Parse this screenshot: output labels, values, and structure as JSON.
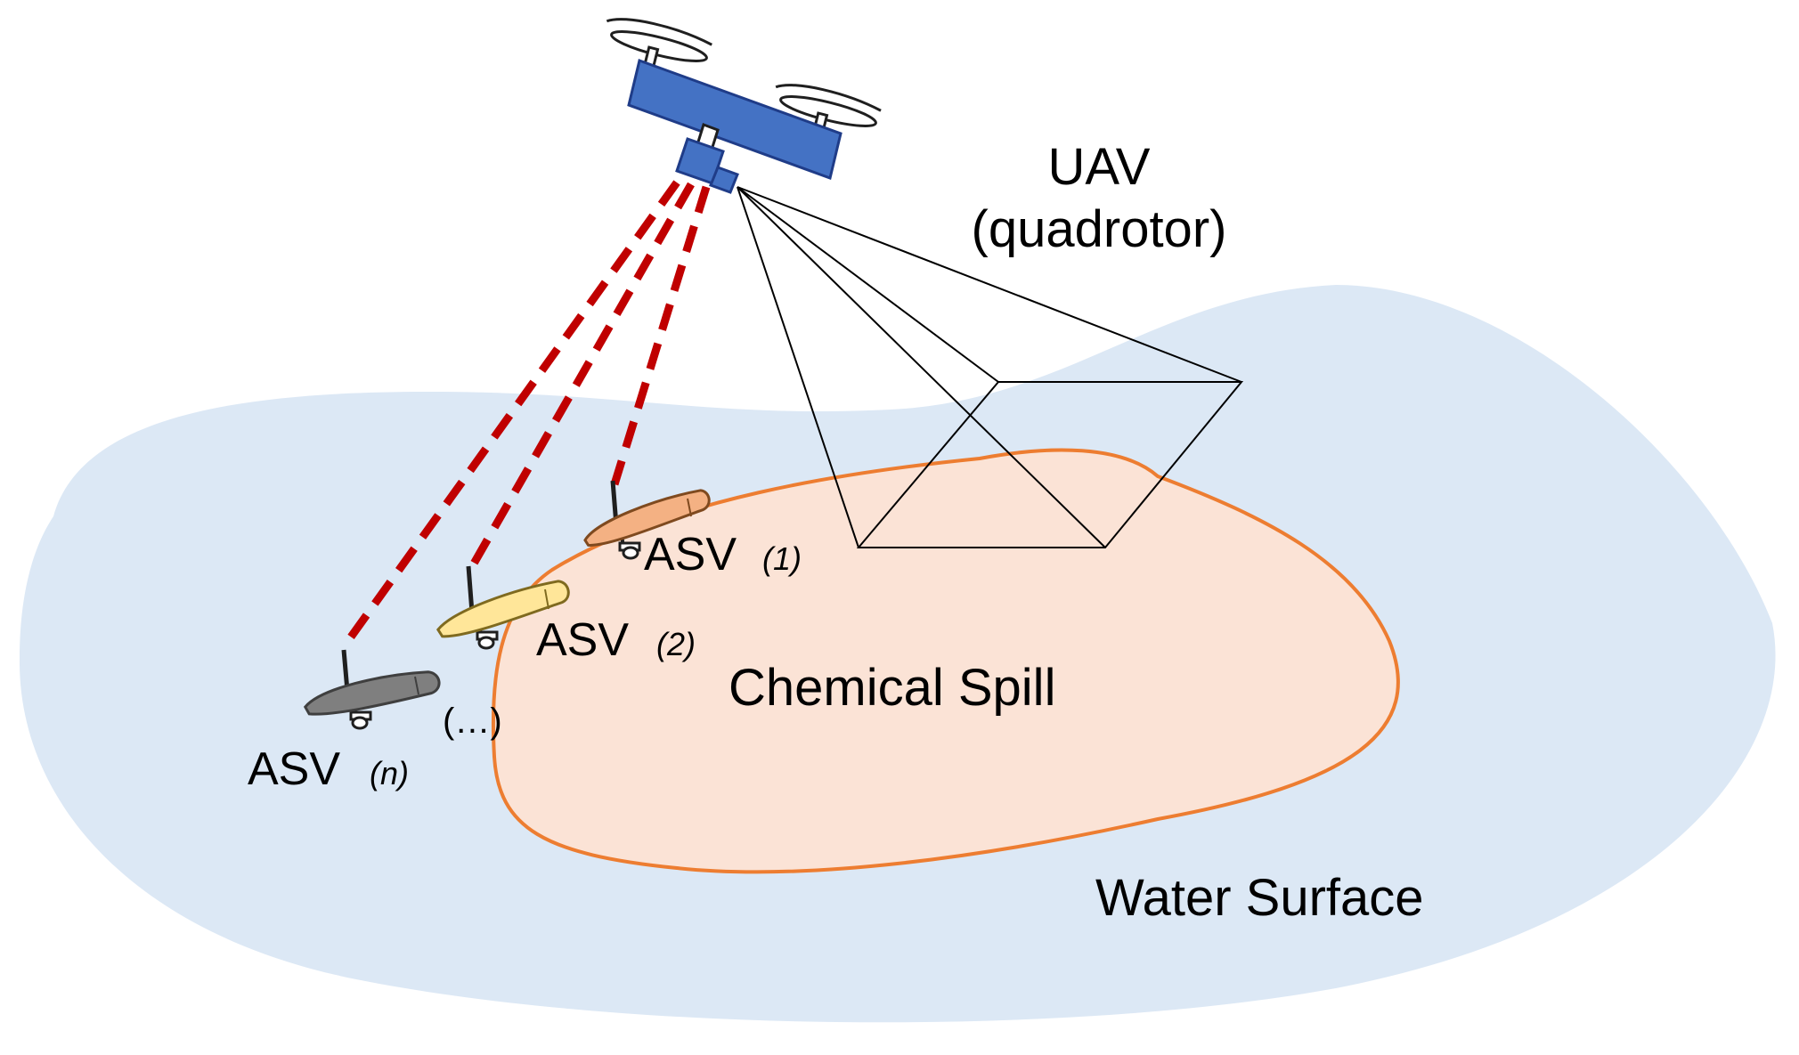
{
  "labels": {
    "uav_line1": "UAV",
    "uav_line2": "(quadrotor)",
    "asv": "ASV",
    "asv1_index": "(1)",
    "asv2_index": "(2)",
    "asvn_index": "(n)",
    "ellipsis": "(…)",
    "chemical_spill": "Chemical Spill",
    "water_surface": "Water Surface"
  },
  "colors": {
    "water": "#dce8f5",
    "spill_fill": "#fbe3d6",
    "spill_stroke": "#ed7d31",
    "uav_body": "#4472c4",
    "uav_stroke": "#1f3c88",
    "comm_link": "#c00000",
    "asv1": "#f4b183",
    "asv2": "#ffe699",
    "asvn": "#7f7f7f"
  },
  "icons": {
    "uav": "quadrotor-drone-icon",
    "asv": "surface-vessel-icon",
    "camera_fov": "camera-frustum"
  }
}
